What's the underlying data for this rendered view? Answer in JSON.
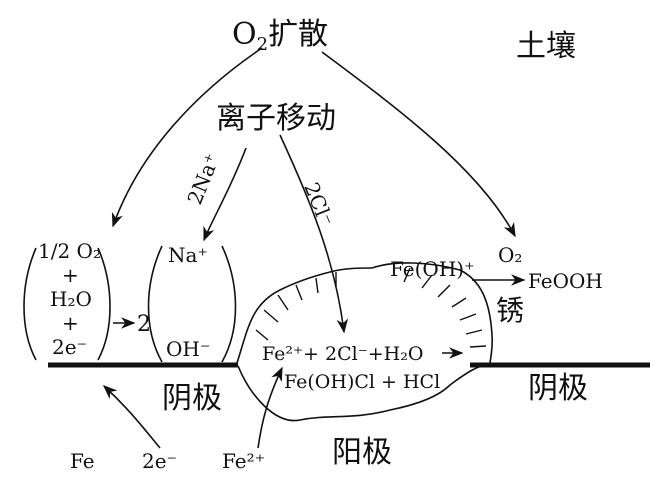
{
  "labels": {
    "o2_diffusion_prefix": "O",
    "o2_diffusion_sub": "2",
    "o2_diffusion_suffix": "扩散",
    "soil": "土壤",
    "ion_migration": "离子移动",
    "na_migration": "2Na⁺",
    "cl_migration": "2Cl⁻",
    "cathode_left": {
      "line1": "1/2 O₂",
      "line2": "+",
      "line3": "H₂O",
      "line4": "+",
      "line5": "2e⁻",
      "arrow_coeff": "2"
    },
    "cathode_ions": {
      "na": "Na⁺",
      "oh": "OH⁻"
    },
    "rust": {
      "fe_oh": "Fe(OH)⁺",
      "o2": "O₂",
      "feooh": "FeOOH",
      "rust_label": "锈"
    },
    "reaction_line1": "Fe²⁺+ 2Cl⁻+H₂O",
    "reaction_line2": "Fe(OH)Cl + HCl",
    "cathode_text_left": "阴极",
    "cathode_text_right": "阴极",
    "anode_text": "阳极",
    "fe": "Fe",
    "electrons": "2e⁻",
    "fe2_bottom": "Fe²⁺"
  }
}
